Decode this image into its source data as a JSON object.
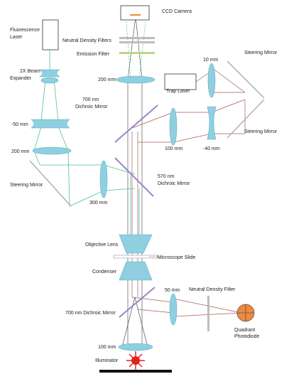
{
  "labels": {
    "ccd_camera": "CCD Camera",
    "fluorescence_laser": [
      "Fluorescence",
      "Laser"
    ],
    "neutral_density_filters": "Neutral Density Filters",
    "emission_filter": "Emission Filter",
    "beam_expander": [
      "2X Beam",
      "Expander"
    ],
    "mm_200_top": "200 mm",
    "trap_laser": "Trap Laser",
    "mm_10": "10 mm",
    "steering_mirror_top": "Steering Mirror",
    "steering_mirror_right": "Steering Mirror",
    "dichroic_700_top": [
      "700 nm",
      "Dichroic Mirror"
    ],
    "mm_neg50": "-50 mm",
    "mm_100_mid": "100 mm",
    "mm_neg40": "-40 mm",
    "mm_200_left": "200 mm",
    "steering_mirror_left": "Steering Mirror",
    "dichroic_570": [
      "570 nm",
      "Dichroic Mirror"
    ],
    "mm_300": "300 mm",
    "objective_lens": "Objective Lens",
    "microscope_slide": "Microscope Slide",
    "condenser": "Condenser",
    "mm_50": "50 mm",
    "neutral_density_filter": "Neutral Density Filter",
    "dichroic_700_bottom": "700 nm Dichroic Mirror",
    "quadrant_photodiode": [
      "Quadrant",
      "Photodiode"
    ],
    "mm_100_bottom": "100 mm",
    "illuminator": "Illuminator"
  },
  "colors": {
    "lens_fill": "#8fcfe0",
    "lens_stroke": "#5fb3c8",
    "fluorescence_beam": "#49c39a",
    "trap_beam": "#a85a5a",
    "illumination_beam": "#3c3c3c",
    "dichroic": "#9a86c4",
    "emission_filter": "#b7d98a",
    "nd_filter": "#bdbdbd",
    "illuminator": "#e32222",
    "photodiode": "#ef8a3c",
    "camera_sensor": "#f08a2a"
  }
}
